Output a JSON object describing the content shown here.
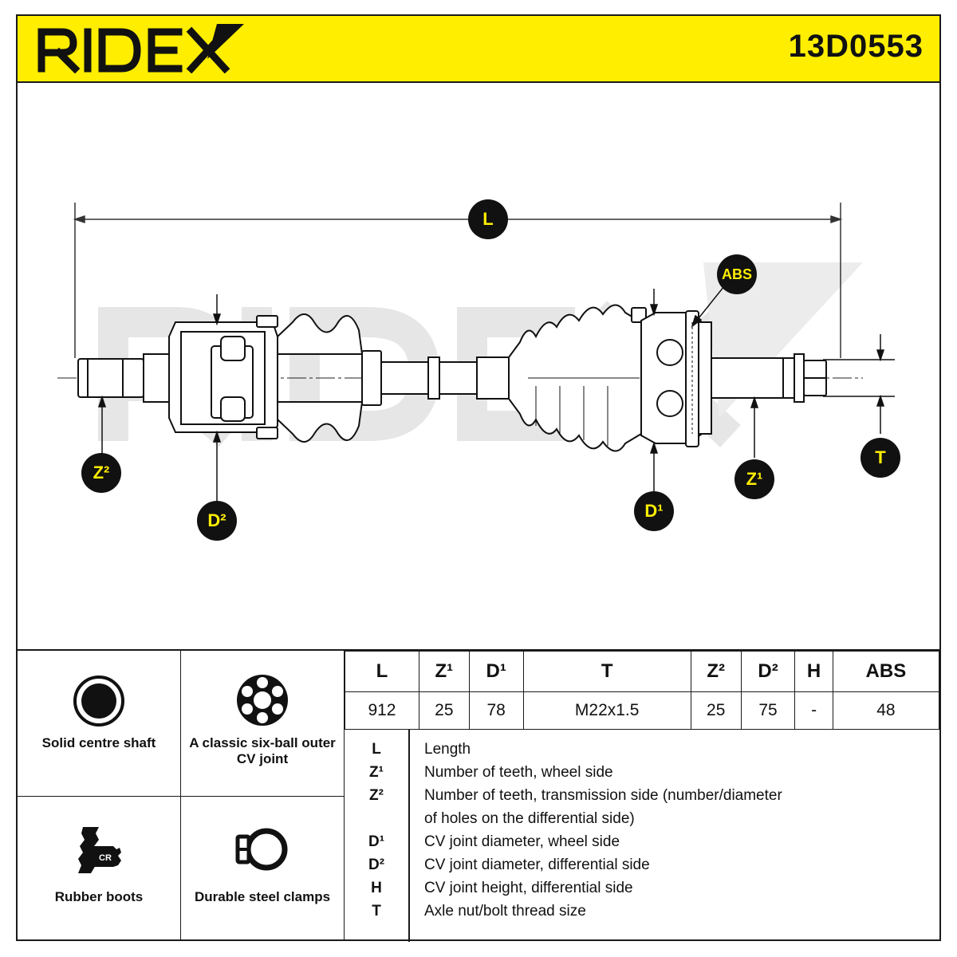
{
  "header": {
    "brand": "RIDEX",
    "part_number": "13D0553",
    "brand_color": "#ffee00"
  },
  "drawing": {
    "watermark": "RIDEX",
    "callouts": {
      "L": "L",
      "ABS": "ABS",
      "Z2": "Z²",
      "D2": "D²",
      "D1": "D¹",
      "Z1": "Z¹",
      "T": "T"
    }
  },
  "features": [
    {
      "label": "Solid centre shaft",
      "icon": "solid-circle-icon"
    },
    {
      "label": "A classic six-ball outer CV joint",
      "icon": "six-ball-joint-icon"
    },
    {
      "label": "Rubber boots",
      "icon": "rubber-boot-cr-icon"
    },
    {
      "label": "Durable steel clamps",
      "icon": "clamp-icon"
    }
  ],
  "specs": {
    "headers": [
      "L",
      "Z¹",
      "D¹",
      "T",
      "Z²",
      "D²",
      "H",
      "ABS"
    ],
    "values": [
      "912",
      "25",
      "78",
      "M22x1.5",
      "25",
      "75",
      "-",
      "48"
    ]
  },
  "legend": [
    {
      "abbr": "L",
      "desc": "Length"
    },
    {
      "abbr": "Z¹",
      "desc": "Number of teeth, wheel side"
    },
    {
      "abbr": "Z²",
      "desc": "Number of teeth, transmission side (number/diameter"
    },
    {
      "abbr": "",
      "desc": "of holes on the differential side)"
    },
    {
      "abbr": "D¹",
      "desc": "CV joint diameter, wheel side"
    },
    {
      "abbr": "D²",
      "desc": "CV joint diameter, differential side"
    },
    {
      "abbr": "H",
      "desc": "CV joint height, differential side"
    },
    {
      "abbr": "T",
      "desc": "Axle nut/bolt thread size"
    }
  ]
}
